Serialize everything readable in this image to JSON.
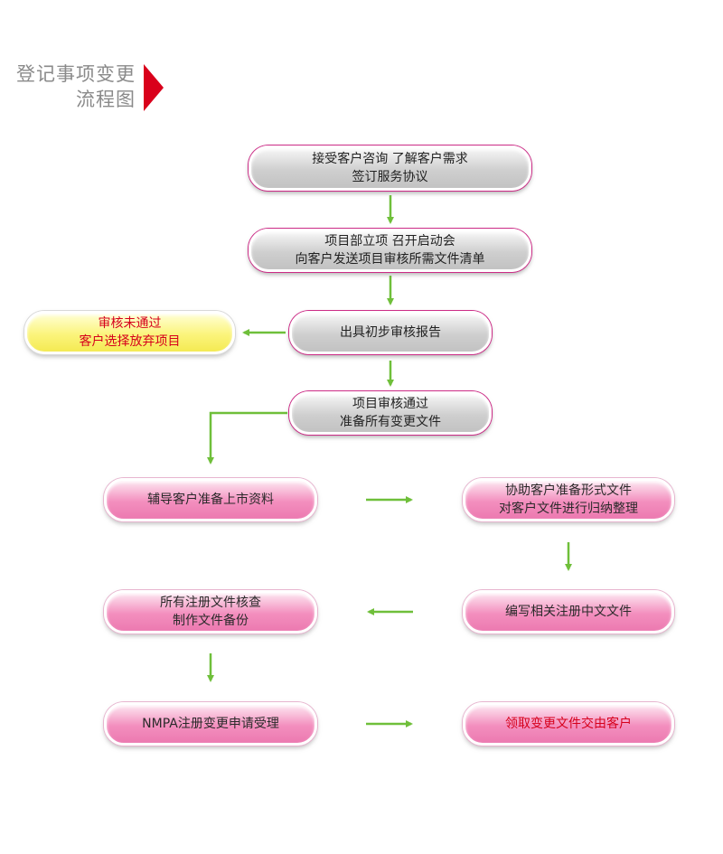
{
  "title": {
    "line1": "登记事项变更",
    "line2": "流程图"
  },
  "colors": {
    "arrow": "#6fbf3a",
    "accent_red": "#d9001b",
    "pink_box": "#ec79b0",
    "gray_box": "#c8c8c8",
    "yellow_box": "#f7ef5e"
  },
  "steps": {
    "consult": {
      "line1": "接受客户咨询 了解客户需求",
      "line2": "签订服务协议"
    },
    "kickoff": {
      "line1": "项目部立项 召开启动会",
      "line2": "向客户发送项目审核所需文件清单"
    },
    "initial_review": {
      "line1": "出具初步审核报告"
    },
    "failed": {
      "line1": "审核未通过",
      "line2": "客户选择放弃项目"
    },
    "passed": {
      "line1": "项目审核通过",
      "line2": "准备所有变更文件"
    },
    "prepare_materials": {
      "line1": "辅导客户准备上市资料"
    },
    "assist_docs": {
      "line1": "协助客户准备形式文件",
      "line2": "对客户文件进行归纳整理"
    },
    "write_docs": {
      "line1": "编写相关注册中文文件"
    },
    "check_docs": {
      "line1": "所有注册文件核查",
      "line2": "制作文件备份"
    },
    "submit": {
      "line1": "NMPA注册变更申请受理"
    },
    "deliver": {
      "line1": "领取变更文件交由客户"
    }
  }
}
